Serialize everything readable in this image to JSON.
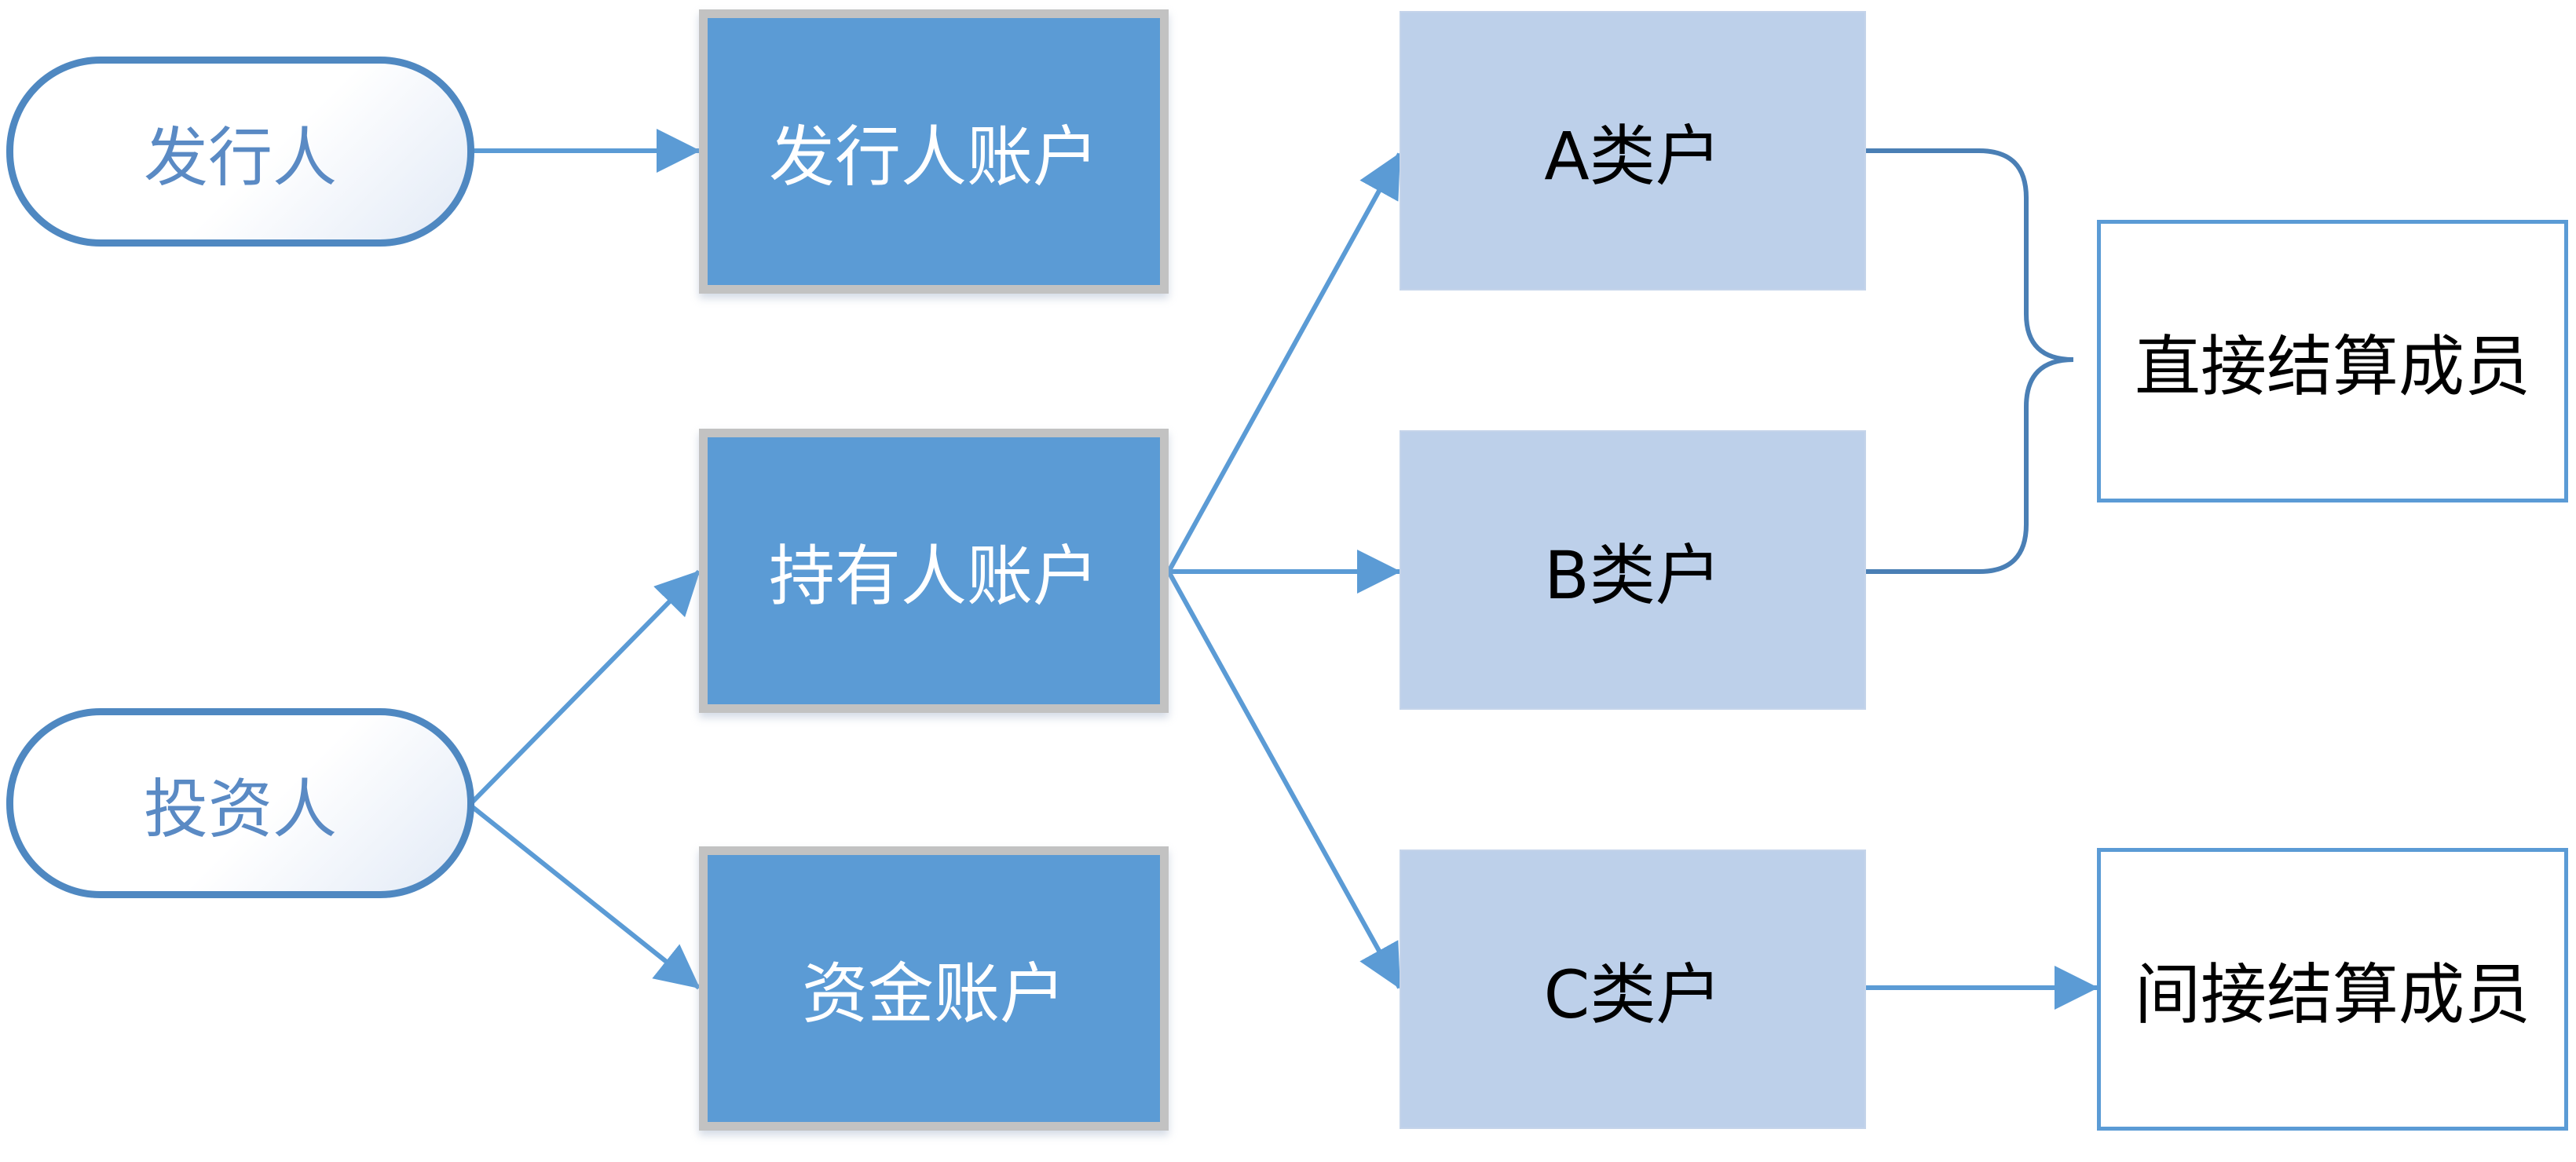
{
  "nodes": {
    "issuer": "发行人",
    "investor": "投资人",
    "issuer_account": "发行人账户",
    "holder_account": "持有人账户",
    "fund_account": "资金账户",
    "class_a": "A类户",
    "class_b": "B类户",
    "class_c": "C类户",
    "direct_member": "直接结算成员",
    "indirect_member": "间接结算成员"
  },
  "edges": [
    {
      "from": "issuer",
      "to": "issuer_account"
    },
    {
      "from": "investor",
      "to": "holder_account"
    },
    {
      "from": "investor",
      "to": "fund_account"
    },
    {
      "from": "holder_account",
      "to": "class_a"
    },
    {
      "from": "holder_account",
      "to": "class_b"
    },
    {
      "from": "holder_account",
      "to": "class_c"
    },
    {
      "from": "class_a",
      "to": "direct_member",
      "style": "brace"
    },
    {
      "from": "class_b",
      "to": "direct_member",
      "style": "brace"
    },
    {
      "from": "class_c",
      "to": "indirect_member"
    }
  ],
  "colors": {
    "arrow": "#5b9bd5",
    "brace": "#4a7fb5",
    "dark_box": "#5b9bd5",
    "light_box": "#bdd0ea",
    "oval_border": "#4f88c1"
  }
}
